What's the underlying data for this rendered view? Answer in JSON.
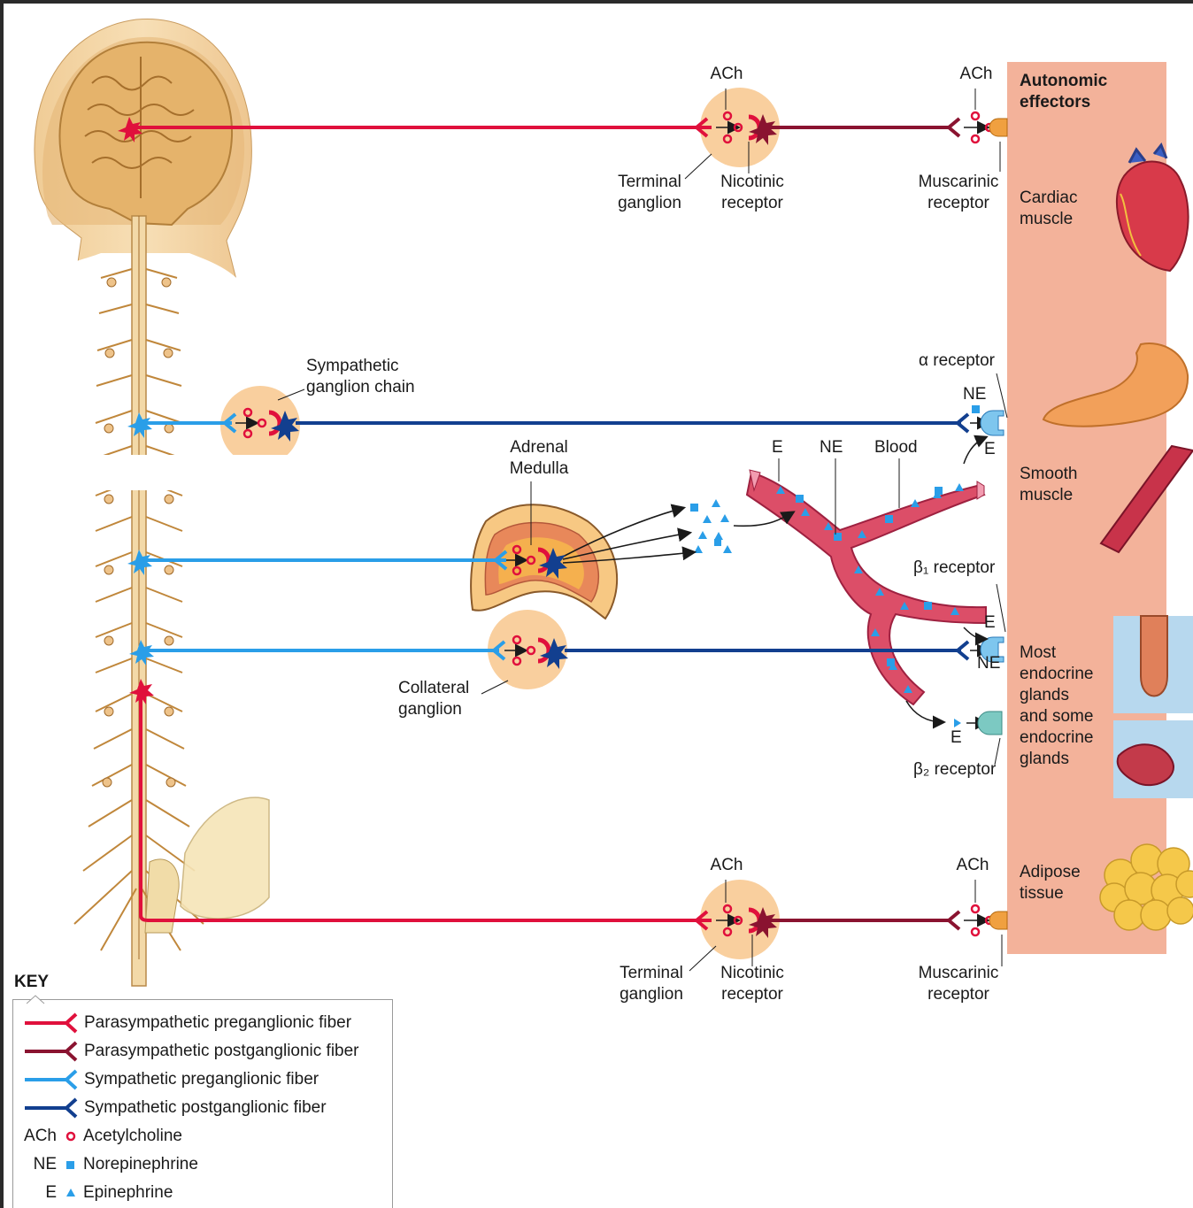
{
  "labels": {
    "ach_top_ganglion": "ACh",
    "ach_top_effector": "ACh",
    "terminal_ganglion_top": "Terminal\nganglion",
    "nicotinic_receptor_top": "Nicotinic\nreceptor",
    "muscarinic_receptor_top": "Muscarinic\nreceptor",
    "sympathetic_ganglion_chain": "Sympathetic\nganglion chain",
    "alpha_receptor": "α receptor",
    "ne_alpha": "NE",
    "e_alpha": "E",
    "adrenal_medulla": "Adrenal\nMedulla",
    "e_blood": "E",
    "ne_blood": "NE",
    "blood": "Blood",
    "beta1_receptor": "β₁ receptor",
    "e_beta1": "E",
    "ne_beta1": "NE",
    "collateral_ganglion": "Collateral\nganglion",
    "e_beta2": "E",
    "beta2_receptor": "β₂ receptor",
    "ach_bottom_ganglion": "ACh",
    "ach_bottom_effector": "ACh",
    "terminal_ganglion_bottom": "Terminal\nganglion",
    "nicotinic_receptor_bottom": "Nicotinic\nreceptor",
    "muscarinic_receptor_bottom": "Muscarinic\nreceptor"
  },
  "effectors": {
    "title": "Autonomic\neffectors",
    "items": [
      {
        "label": "Cardiac\nmuscle"
      },
      {
        "label": "Smooth\nmuscle"
      },
      {
        "label": "Most\nendocrine\nglands\nand some\nendocrine\nglands"
      },
      {
        "label": "Adipose\ntissue"
      }
    ]
  },
  "key": {
    "title": "KEY",
    "fibers": [
      {
        "label": "Parasympathetic preganglionic fiber",
        "color": "#e0103c"
      },
      {
        "label": "Parasympathetic postganglionic fiber",
        "color": "#8a1330"
      },
      {
        "label": "Sympathetic preganglionic fiber",
        "color": "#2a9ee8"
      },
      {
        "label": "Sympathetic postganglionic fiber",
        "color": "#123f8f"
      }
    ],
    "transmitters": [
      {
        "abbr": "ACh",
        "label": "Acetylcholine",
        "symbol": "circle"
      },
      {
        "abbr": "NE",
        "label": "Norepinephrine",
        "symbol": "square"
      },
      {
        "abbr": "E",
        "label": "Epinephrine",
        "symbol": "triangle"
      }
    ]
  },
  "colors": {
    "para_pre": "#e0103c",
    "para_post": "#8a1330",
    "symp_pre": "#2a9ee8",
    "symp_post": "#123f8f",
    "ganglion": "#f9cf9e",
    "effector_panel": "#f3b29a",
    "vessel": "#dc4e68"
  }
}
